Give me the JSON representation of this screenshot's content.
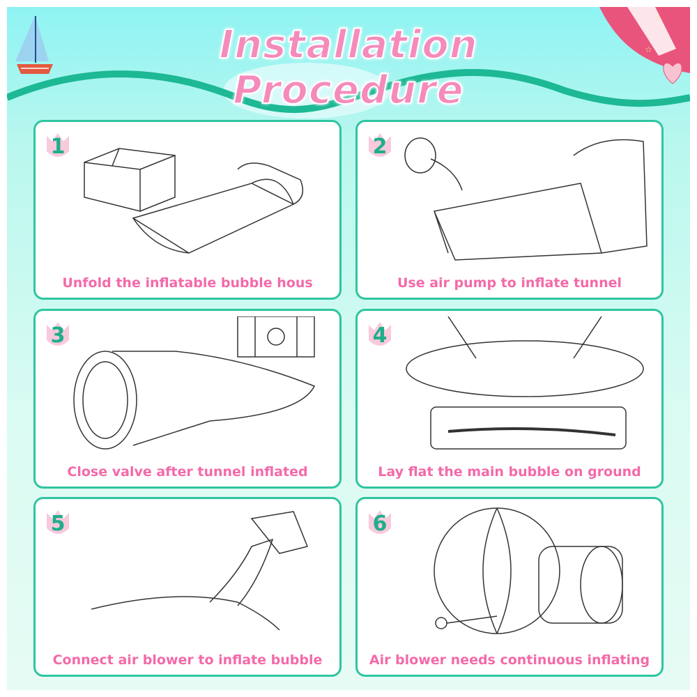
{
  "header": {
    "title": "Installation Procedure"
  },
  "steps": [
    {
      "number": "1",
      "caption": "Unfold the inflatable bubble hous"
    },
    {
      "number": "2",
      "caption": "Use air pump to inflate tunnel"
    },
    {
      "number": "3",
      "caption": "Close valve after tunnel inflated"
    },
    {
      "number": "4",
      "caption": "Lay flat the main bubble on ground"
    },
    {
      "number": "5",
      "caption": "Connect air blower to inflate bubble"
    },
    {
      "number": "6",
      "caption": "Air blower needs continuous inflating"
    }
  ],
  "colors": {
    "accent_pink": "#f36aa9",
    "accent_teal": "#2ec5a0",
    "number_teal": "#1fae8c"
  }
}
